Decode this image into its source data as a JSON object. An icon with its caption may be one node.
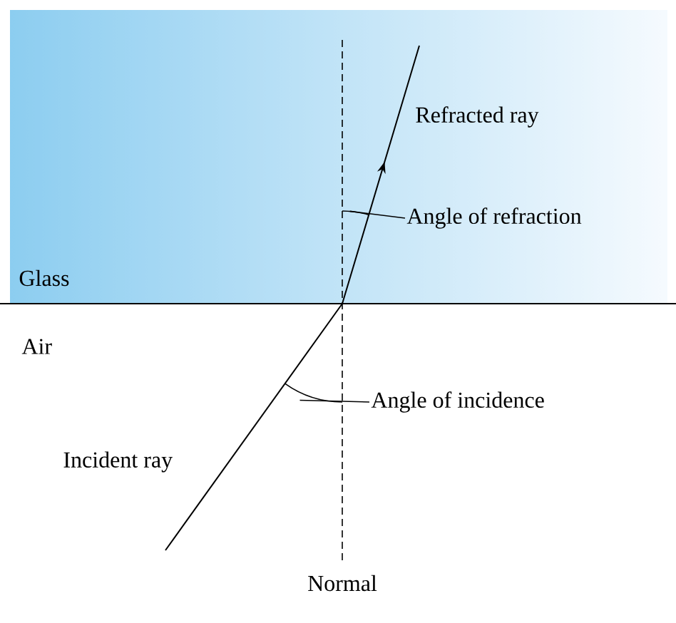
{
  "diagram": {
    "nodes": [
      {
        "text": [
          "Angle of refraction"
        ]
      },
      {
        "text": [],
        "shape": "arc"
      },
      {
        "text": [
          "Angle of incidence"
        ]
      },
      {
        "text": [],
        "shape": "arc"
      }
    ],
    "edges": [
      {
        "from": 0,
        "to": 1,
        "arrow": "none"
      },
      {
        "from": 2,
        "to": 3,
        "arrow": "none"
      }
    ],
    "labels": [
      "Refracted ray",
      "Glass",
      "Air",
      "Incident ray",
      "Normal"
    ]
  }
}
